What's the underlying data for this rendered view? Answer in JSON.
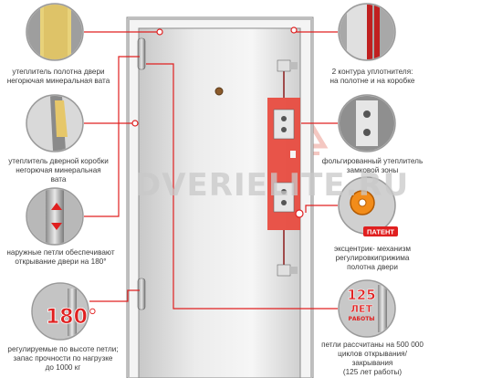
{
  "watermark": "DVERIELITE.RU",
  "colors": {
    "accent": "#e02020",
    "frame": "#f4f4f4",
    "leaf": "#d6d6d6",
    "lock_panel": "#e8483c"
  },
  "badges": {
    "degrees": "180°",
    "years_number": "125",
    "years_word": "ЛЕТ",
    "years_sub": "РАБОТЫ",
    "patent": "ПАТЕНТ"
  },
  "callouts": {
    "left": [
      {
        "id": "leaf-insulation",
        "lines": [
          "утеплитель полотна двери",
          "негорючая минеральная вата"
        ]
      },
      {
        "id": "frame-insulation",
        "lines": [
          "утеплитель дверной коробки",
          "негорючая минеральная",
          "вата"
        ]
      },
      {
        "id": "external-hinges",
        "lines": [
          "наружные петли обеспечивают",
          "открывание двери на 180°"
        ]
      },
      {
        "id": "adjustable-hinges",
        "lines": [
          "регулируемые по высоте петли;",
          "запас прочности по нагрузке",
          "до 1000 кг"
        ]
      }
    ],
    "right": [
      {
        "id": "seal-contours",
        "lines": [
          "2 контура уплотнителя:",
          "на полотне и на коробке"
        ]
      },
      {
        "id": "foil-insulation",
        "lines": [
          "фольгированный утеплитель",
          "замковой зоны"
        ]
      },
      {
        "id": "eccentric",
        "lines": [
          "эксцентрик- механизм",
          "регулировкиприжима",
          "полотна двери"
        ]
      },
      {
        "id": "hinge-durability",
        "lines": [
          "петли рассчитаны на 500 000",
          "циклов открывания/",
          "закрывания",
          "(125 лет работы)"
        ]
      }
    ]
  }
}
